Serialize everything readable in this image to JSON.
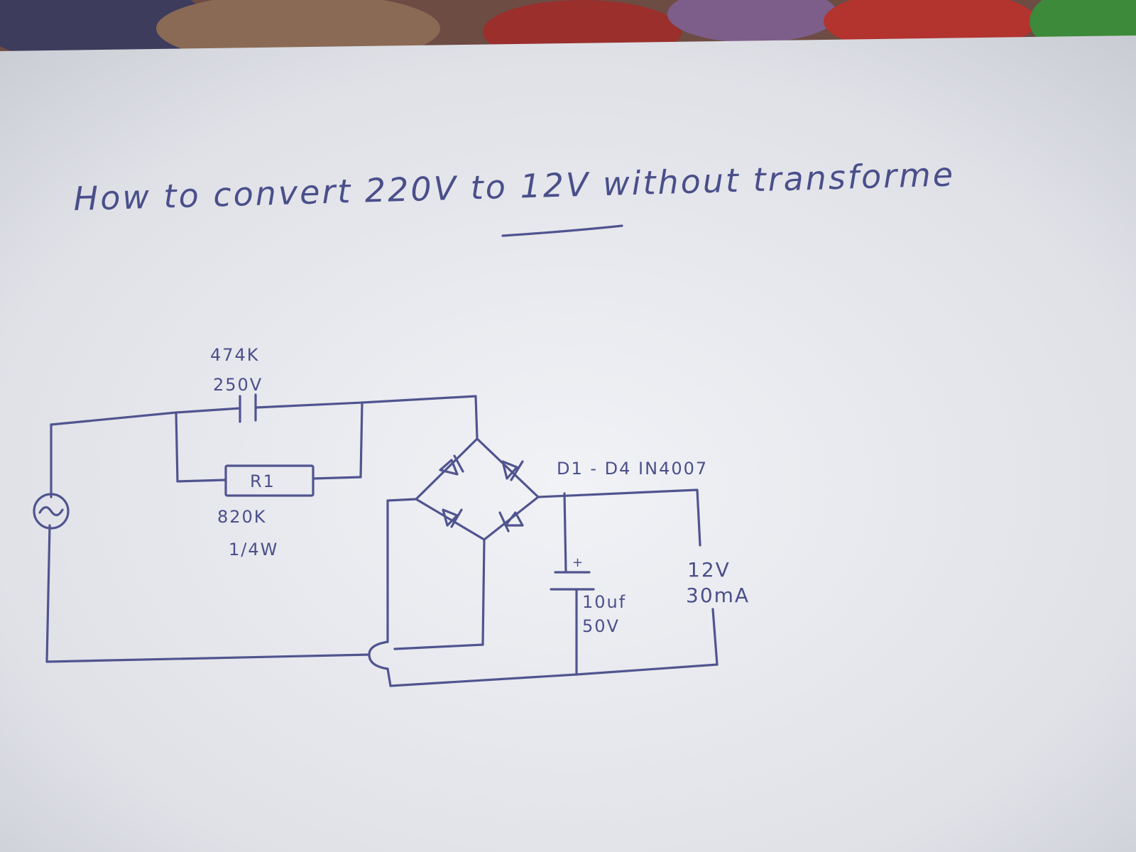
{
  "title": "How to convert 220V to 12V without transforme",
  "components": {
    "capacitor_value": "474K",
    "capacitor_voltage": "250V",
    "resistor_name": "R1",
    "resistor_value": "820K",
    "resistor_power": "1/4W",
    "diodes_label": "D1 - D4  IN4007",
    "filter_cap_value": "10uf",
    "filter_cap_voltage": "50V",
    "output_voltage": "12V",
    "output_current": "30mA",
    "polarity_mark": "+"
  },
  "colors": {
    "ink": "#50548f",
    "paper": "#eceef3",
    "background": "#7a3a30"
  }
}
